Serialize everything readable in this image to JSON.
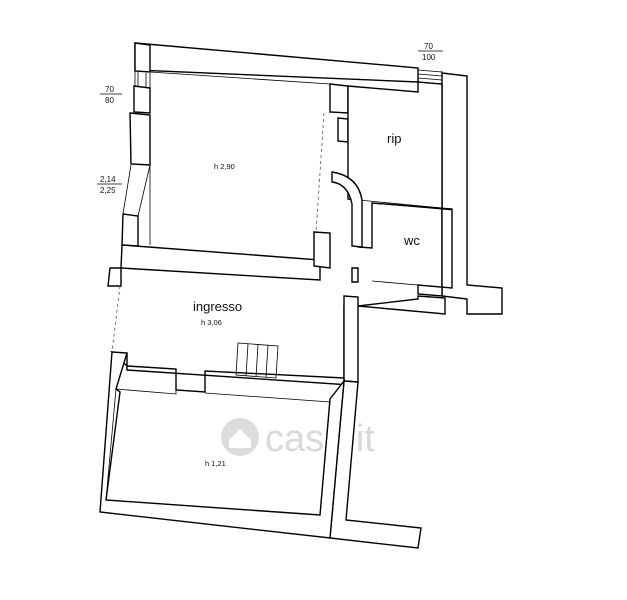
{
  "rooms": {
    "main_height": "h 2,90",
    "rip": "rip",
    "wc": "wc",
    "ingresso": "ingresso",
    "ingresso_height": "h 3,06",
    "lower_height": "h 1,21"
  },
  "dimensions": {
    "top_right_num": "70",
    "top_right_den": "100",
    "left_top_num": "70",
    "left_top_den": "80",
    "left_mid_num": "2,14",
    "left_mid_den": "2,25"
  },
  "watermark": "casa.it"
}
